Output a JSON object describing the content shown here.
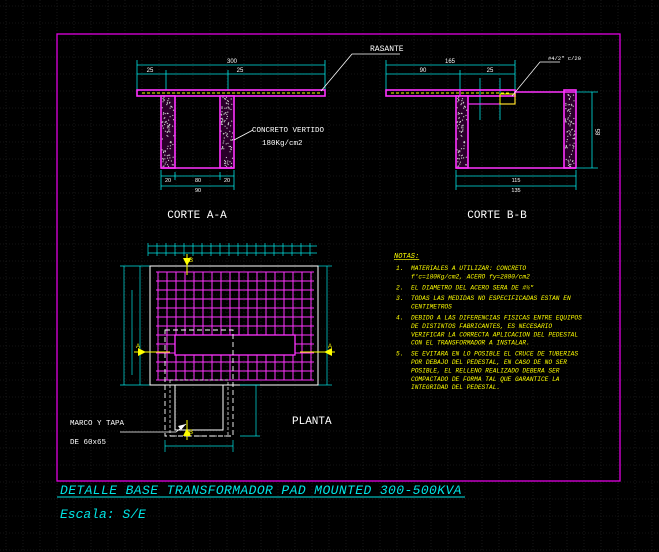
{
  "colors": {
    "background": "#000000",
    "grid": "#2b2b2b",
    "frame": "#e000e0",
    "dim": "#00e5e5",
    "text_main": "#ffffff",
    "notes": "#ffff00",
    "concrete": "#ff33ff",
    "steel": "#ffff00"
  },
  "labels": {
    "rasante": "RASANTE",
    "concreto_line1": "CONCRETO VERTIDO",
    "concreto_line2": "180Kg/cm2",
    "corte_aa": "CORTE A-A",
    "corte_bb": "CORTE B-B",
    "planta": "PLANTA",
    "marco_line1": "MARCO Y TAPA",
    "marco_line2": "DE 60x65",
    "section_a": "A",
    "section_b": "B",
    "steel_callout": "#4/2\" c/20"
  },
  "dims_aa": {
    "top_total": "300",
    "top_left": "25",
    "top_right": "25",
    "bottom_total": "80",
    "bottom_w": "90",
    "bottom_a": "20",
    "bottom_b": "20"
  },
  "dims_bb": {
    "top_total": "165",
    "top_left": "90",
    "top_right": "25",
    "height": "85",
    "bottom_total": "115",
    "bottom_outer": "135"
  },
  "notes": {
    "heading": "NOTAS:",
    "items": [
      {
        "num": "1.",
        "lines": [
          "MATERIALES A UTILIZAR: CONCRETO",
          "f'c=180Kg/cm2, ACERO fy=2800/cm2"
        ]
      },
      {
        "num": "2.",
        "lines": [
          "EL DIAMETRO DEL ACERO SERA DE #½\""
        ]
      },
      {
        "num": "3.",
        "lines": [
          "TODAS LAS MEDIDAS NO ESPECIFICADAS ESTAN EN",
          "CENTIMETROS"
        ]
      },
      {
        "num": "4.",
        "lines": [
          "DEBIDO A LAS DIFERENCIAS FISICAS ENTRE EQUIPOS",
          "DE DISTINTOS FABRICANTES, ES NECESARIO",
          "VERIFICAR LA CORRECTA APLICACION DEL PEDESTAL",
          "CON EL TRANSFORMADOR A INSTALAR."
        ]
      },
      {
        "num": "5.",
        "lines": [
          "SE EVITARA EN LO POSIBLE EL CRUCE DE TUBERIAS",
          "POR DEBAJO DEL PEDESTAL, EN CASO DE NO SER",
          "POSIBLE, EL RELLENO REALIZADO DEBERA SER",
          "COMPACTADO DE FORMA TAL QUE GARANTICE LA",
          "INTEGRIDAD DEL PEDESTAL."
        ]
      }
    ]
  },
  "title_block": {
    "title": "DETALLE BASE TRANSFORMADOR PAD MOUNTED 300-500KVA",
    "scale": "Escala: S/E"
  }
}
